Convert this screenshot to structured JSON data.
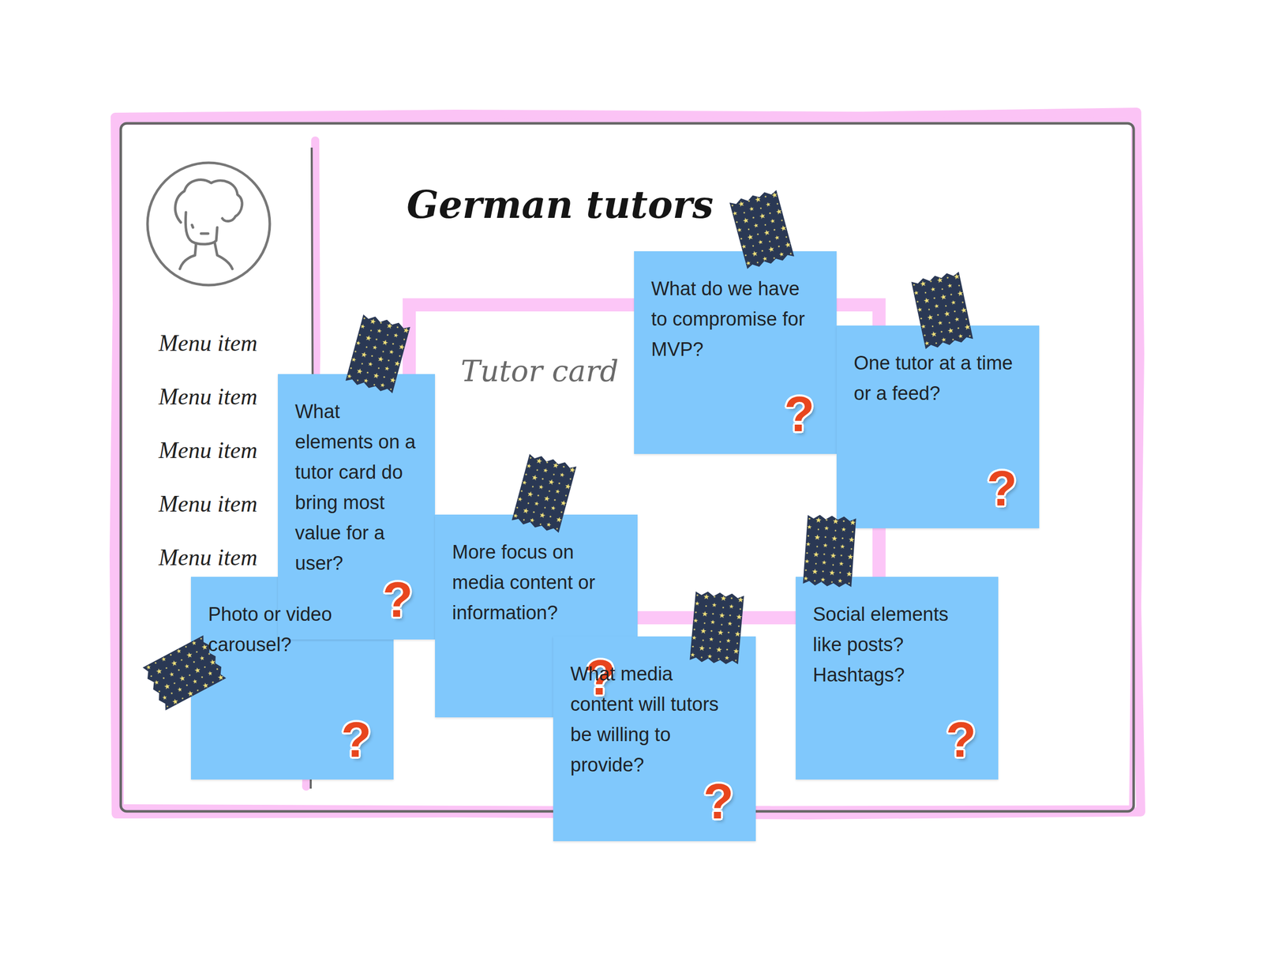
{
  "diagram": {
    "title": "German tutors",
    "nodes": [
      {
        "text": [
          "Tutor card"
        ]
      },
      {
        "text": [
          "What do we have to compromise for MVP?",
          "?"
        ]
      },
      {
        "text": [
          "One tutor at a time or a feed?",
          "?"
        ]
      },
      {
        "text": [
          "What elements on a tutor card do bring most value for a user?",
          "?"
        ]
      },
      {
        "text": [
          "More focus on media content or information?",
          "?"
        ]
      },
      {
        "text": [
          "Photo or video carousel?",
          "?"
        ]
      },
      {
        "text": [
          "Social elements like posts? Hashtags?",
          "?"
        ]
      },
      {
        "text": [
          "What media content will tutors be willing to provide?",
          "?"
        ]
      }
    ],
    "labels": [
      "Menu item",
      "Menu item",
      "Menu item",
      "Menu item",
      "Menu item"
    ]
  }
}
